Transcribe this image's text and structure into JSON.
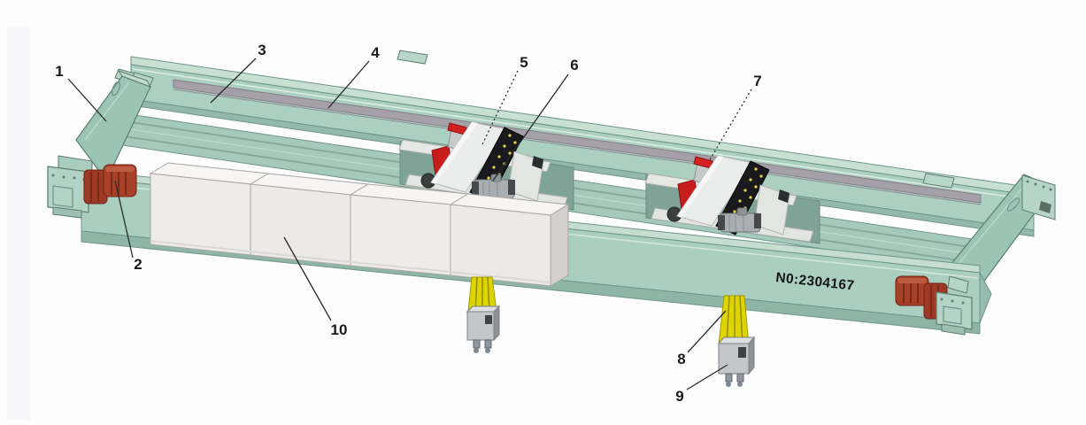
{
  "diagram": {
    "serial_number": "N0:2304167",
    "callouts": [
      {
        "number": "1"
      },
      {
        "number": "2"
      },
      {
        "number": "3"
      },
      {
        "number": "4"
      },
      {
        "number": "5"
      },
      {
        "number": "6"
      },
      {
        "number": "7"
      },
      {
        "number": "8"
      },
      {
        "number": "9"
      },
      {
        "number": "10"
      }
    ]
  },
  "colors": {
    "crane_green": "#a9cec0",
    "crane_green_light": "#c8dfd3",
    "crane_green_dark": "#8fb5a7",
    "motor_red": "#a84028",
    "trolley_red": "#cc1d1d",
    "belt_yellow": "#ded500",
    "rail_gray": "#a5a0a8",
    "cabinet_white": "#edecea",
    "hook_block_gray": "#c3c7cb",
    "label_black": "#1a1a1a"
  }
}
